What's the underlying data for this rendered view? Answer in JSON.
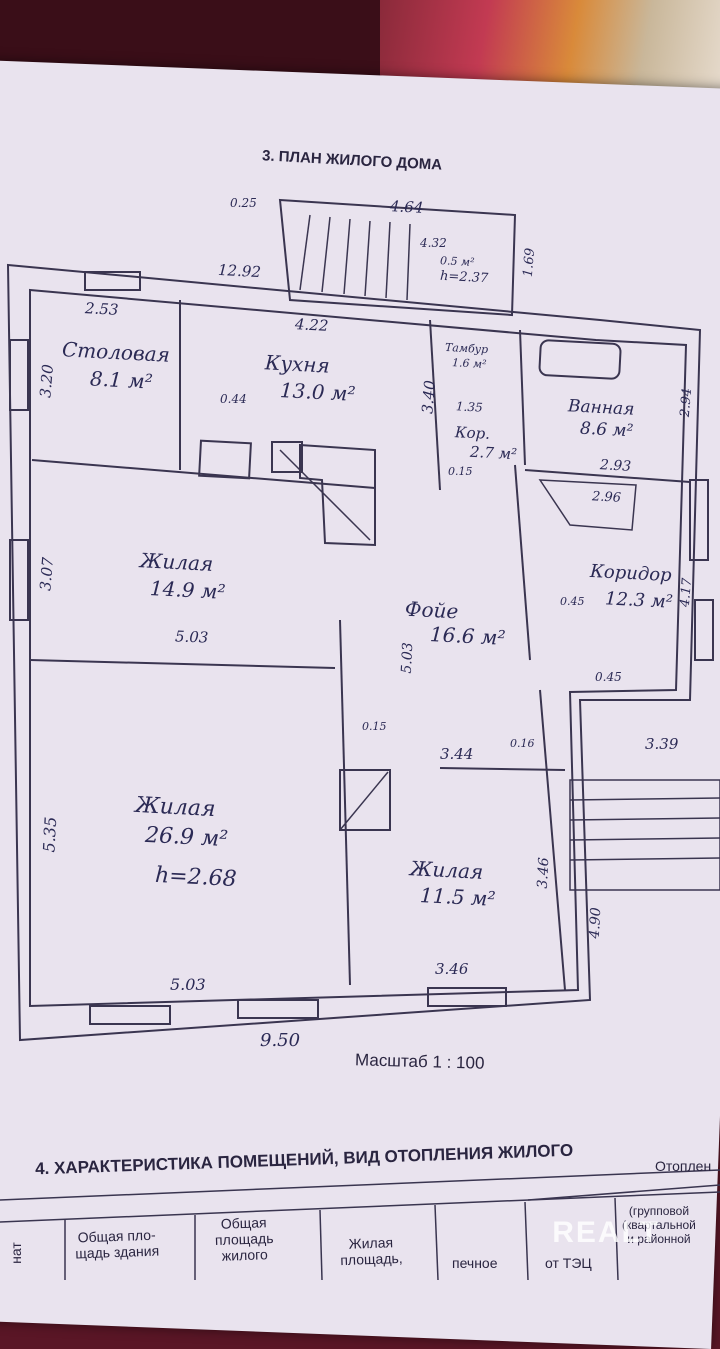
{
  "section3_title": "3. ПЛАН ЖИЛОГО ДОМА",
  "scale": "Масштаб 1 : 100",
  "rooms": [
    {
      "id": "dining",
      "name": "Столовая",
      "area": "8.1 м²"
    },
    {
      "id": "kitchen",
      "name": "Кухня",
      "area": "13.0 м²"
    },
    {
      "id": "pantry",
      "name": "Тамбур",
      "area": "1.6 м²"
    },
    {
      "id": "corridor-small",
      "name": "Кор.",
      "area": "2.7 м²"
    },
    {
      "id": "bathroom",
      "name": "Ванная",
      "area": "8.6 м²"
    },
    {
      "id": "living1",
      "name": "Жилая",
      "area": "14.9 м²"
    },
    {
      "id": "foyer",
      "name": "Фойе",
      "area": "16.6 м²"
    },
    {
      "id": "corridor",
      "name": "Коридор",
      "area": "12.3 м²"
    },
    {
      "id": "living2",
      "name": "Жилая",
      "area": "26.9 м²",
      "height": "h=2.68"
    },
    {
      "id": "living3",
      "name": "Жилая",
      "area": "11.5 м²"
    }
  ],
  "small_room": {
    "area": "0.5 м²",
    "height": "h=2.37"
  },
  "dimensions": {
    "d025": "0.25",
    "d464": "4.64",
    "d432": "4.32",
    "d169": "1.69",
    "d1292": "12.92",
    "d253": "2.53",
    "d422": "4.22",
    "d320": "3.20",
    "d044": "0.44",
    "d340": "3.40",
    "d135": "1.35",
    "d294": "2.94",
    "d293": "2.93",
    "d296": "2.96",
    "d307": "3.07",
    "d503a": "5.03",
    "d503v": "5.03",
    "d045a": "0.45",
    "d045b": "0.45",
    "d417": "4.17",
    "d339": "3.39",
    "d015a": "0.15",
    "d015b": "0.15",
    "d344": "3.44",
    "d016": "0.16",
    "d535": "5.35",
    "d346v": "3.46",
    "d490": "4.90",
    "d503b": "5.03",
    "d346h": "3.46",
    "d950": "9.50"
  },
  "section4_title": "4. ХАРАКТЕРИСТИКА ПОМЕЩЕНИЙ, ВИД ОТОПЛЕНИЯ ЖИЛОГО",
  "table_headers": [
    "нат",
    "Общая пло-\nщадь здания",
    "Общая\nплощадь\nжилого",
    "Жилая\nплощадь,",
    "печное",
    "от ТЭЦ",
    "(групповой\n(квартальной\nи районной"
  ],
  "heating_header": "Отоплен",
  "watermark": "REALT"
}
